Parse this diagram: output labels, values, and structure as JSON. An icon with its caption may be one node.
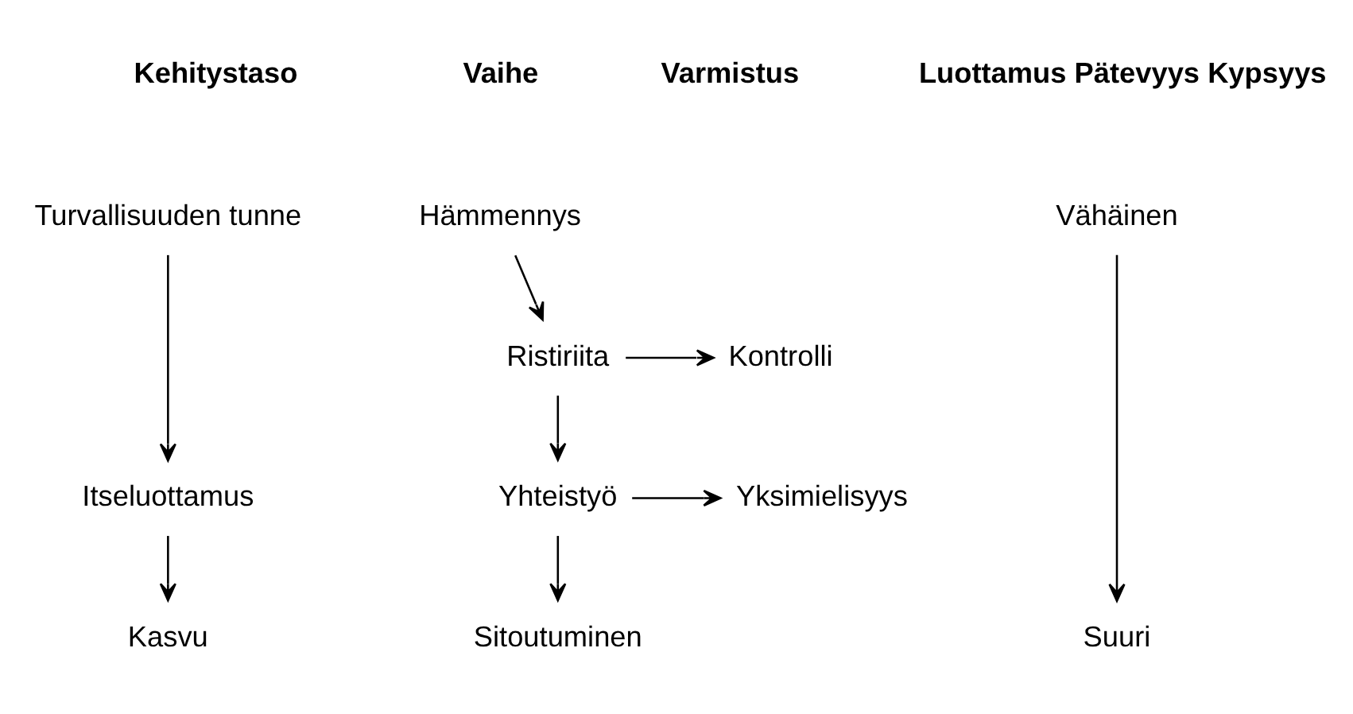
{
  "diagram": {
    "nodes": [
      {
        "text": [
          "Turvallisuuden tunne"
        ]
      },
      {
        "text": [
          "Hämmennys"
        ]
      },
      {
        "text": [
          "Vähäinen"
        ]
      },
      {
        "text": [
          "Ristiriita"
        ]
      },
      {
        "text": [
          "Kontrolli"
        ]
      },
      {
        "text": [
          "Itseluottamus"
        ]
      },
      {
        "text": [
          "Yhteistyö"
        ]
      },
      {
        "text": [
          "Yksimielisyys"
        ]
      },
      {
        "text": [
          "Kasvu"
        ]
      },
      {
        "text": [
          "Sitoutuminen"
        ]
      },
      {
        "text": [
          "Suuri"
        ]
      }
    ],
    "edges": [
      {
        "from": 0,
        "to": 5,
        "arrow": "to"
      },
      {
        "from": 5,
        "to": 8,
        "arrow": "to"
      },
      {
        "from": 1,
        "to": 3,
        "arrow": "to"
      },
      {
        "from": 3,
        "to": 4,
        "arrow": "to"
      },
      {
        "from": 3,
        "to": 6,
        "arrow": "to"
      },
      {
        "from": 6,
        "to": 7,
        "arrow": "to"
      },
      {
        "from": 6,
        "to": 9,
        "arrow": "to"
      },
      {
        "from": 2,
        "to": 10,
        "arrow": "to"
      }
    ],
    "labels": [
      "Kehitystaso",
      "Vaihe",
      "Varmistus",
      "Luottamus Pätevyys Kypsyys"
    ]
  }
}
